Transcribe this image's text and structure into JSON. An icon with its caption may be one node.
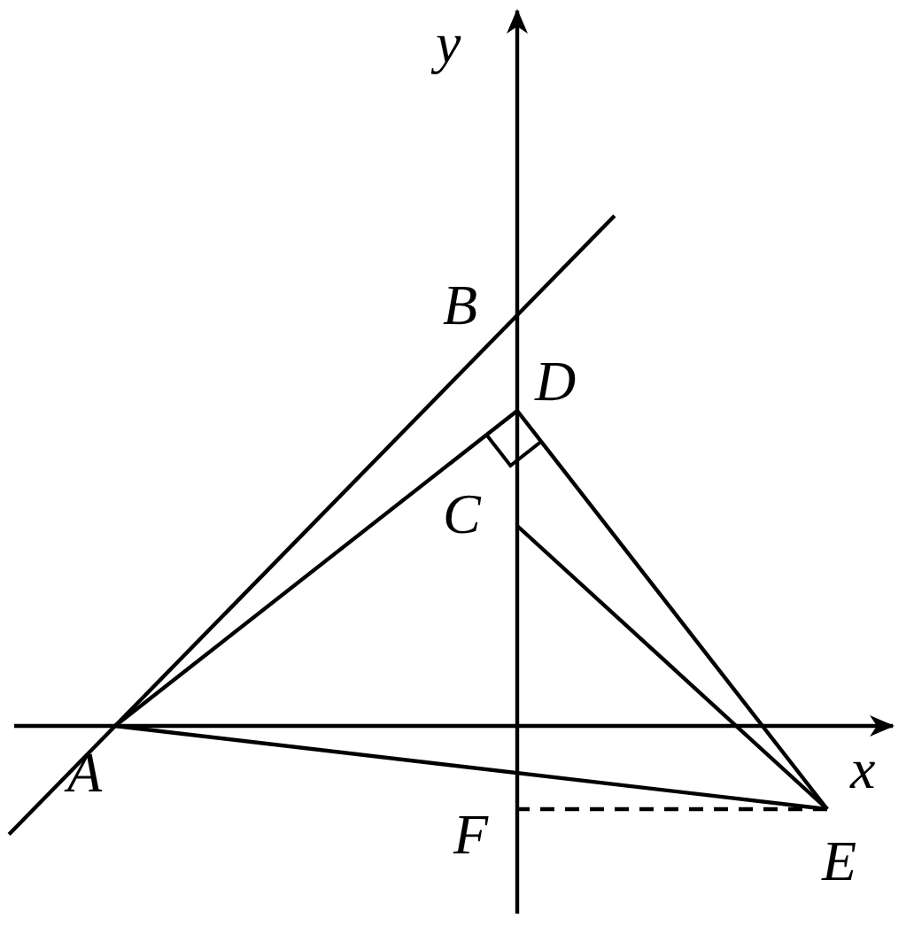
{
  "diagram": {
    "nodes": [
      {
        "text": [
          "A"
        ]
      },
      {
        "text": [
          "B"
        ]
      },
      {
        "text": [
          "C"
        ]
      },
      {
        "text": [
          "D"
        ]
      },
      {
        "text": [
          "E"
        ]
      },
      {
        "text": [
          "F"
        ]
      }
    ],
    "edges": [
      {
        "from": 0,
        "to": 1,
        "arrow": "none"
      },
      {
        "from": 0,
        "to": 3,
        "arrow": "none"
      },
      {
        "from": 3,
        "to": 4,
        "arrow": "none"
      },
      {
        "from": 0,
        "to": 4,
        "arrow": "none"
      },
      {
        "from": 2,
        "to": 4,
        "arrow": "none"
      },
      {
        "from": 4,
        "to": 5,
        "arrow": "none",
        "style": "dashed"
      }
    ],
    "labels": [
      "y",
      "x"
    ]
  }
}
